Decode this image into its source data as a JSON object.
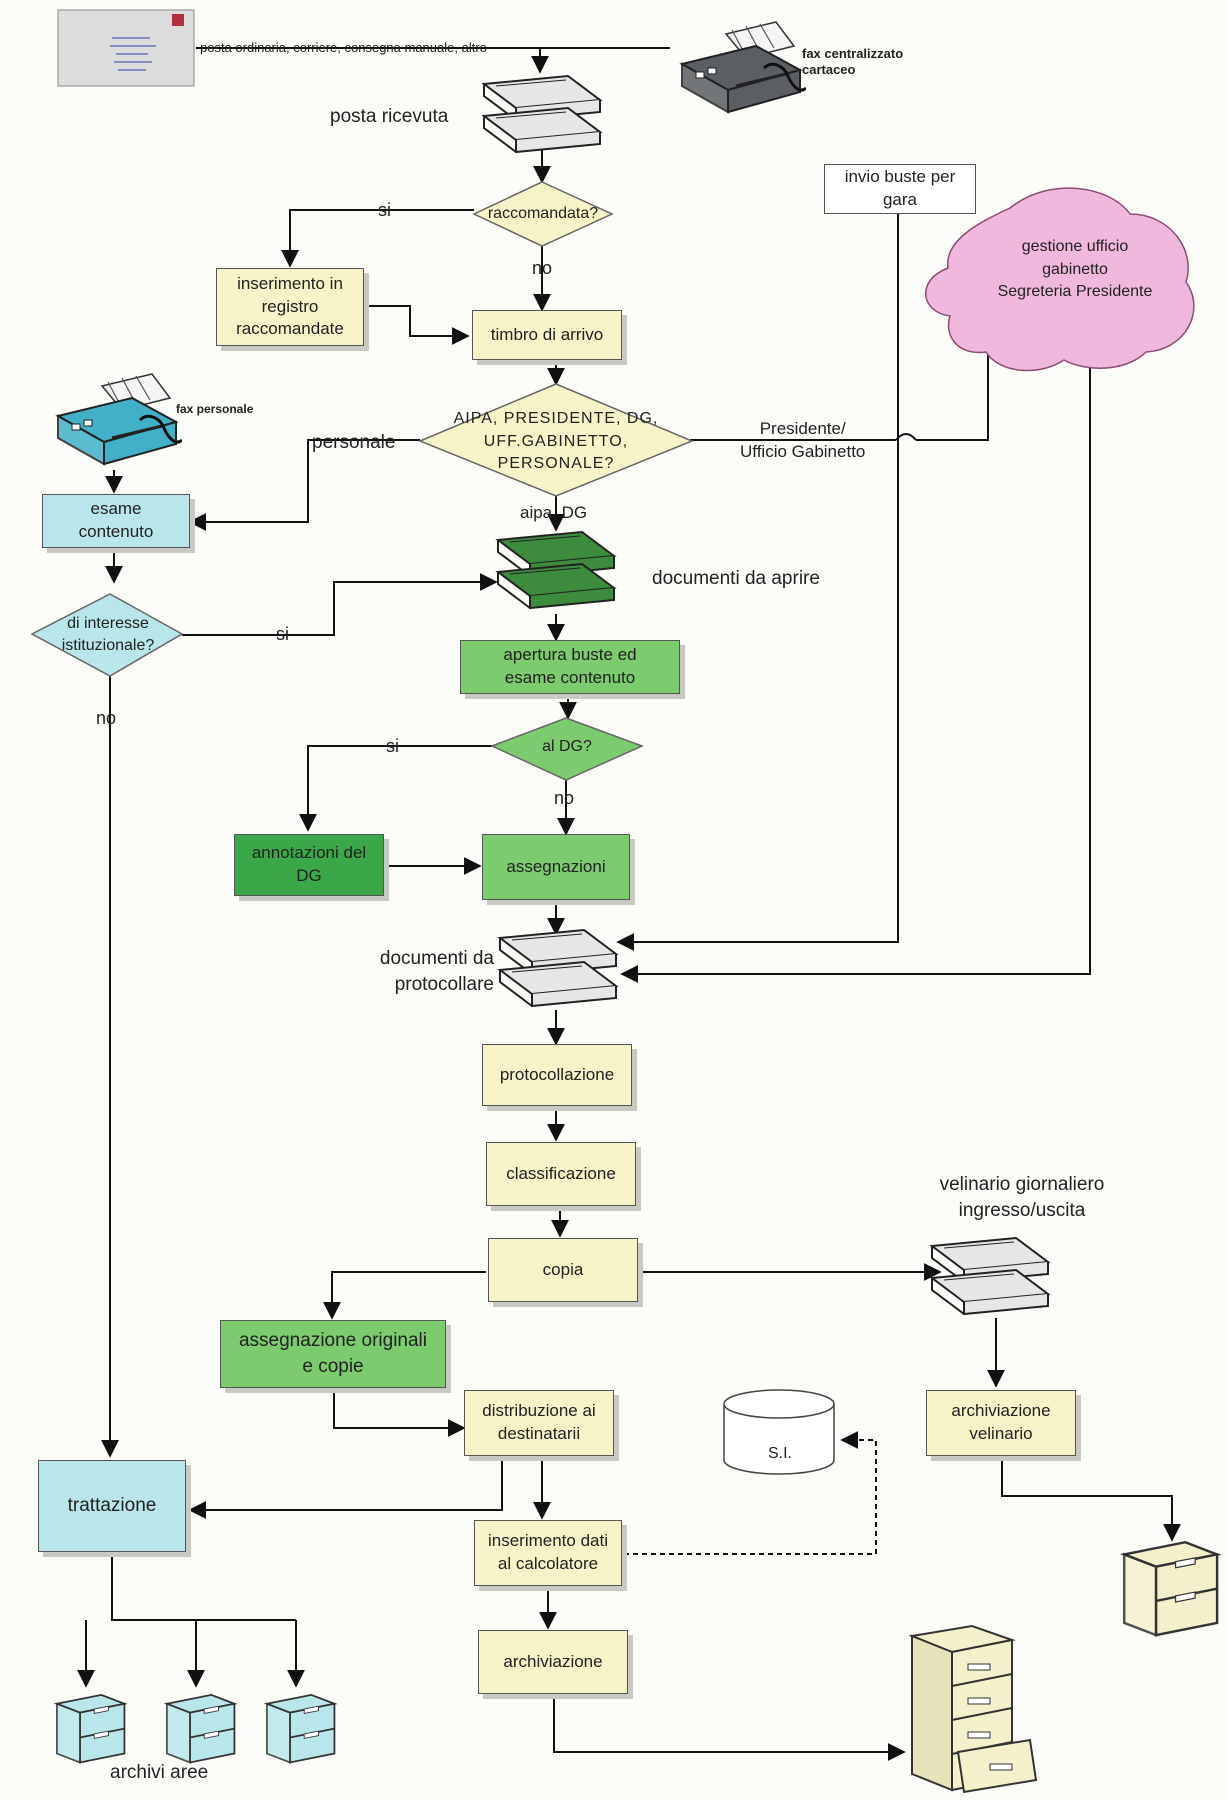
{
  "inputs": {
    "post_channels": "posta ordinaria, corriere, consegna manuale, altro",
    "fax_centralized": "fax centralizzato\ncartaceo",
    "fax_personal": "fax personale"
  },
  "trays": {
    "posta_ricevuta": "posta ricevuta",
    "documenti_da_aprire": "documenti da aprire",
    "documenti_da_protocollare": "documenti da\nprotocollare",
    "velinario": "velinario giornaliero\ningresso/uscita"
  },
  "decisions": {
    "raccomandata": "raccomandata?",
    "destinatario": "AIPA, PRESIDENTE, DG,\nUFF.GABINETTO,\nPERSONALE?",
    "interesse": "di interesse\nistituzionale?",
    "al_dg": "al DG?"
  },
  "processes": {
    "inserimento_registro": "inserimento in\nregistro\nraccomandate",
    "timbro": "timbro di arrivo",
    "invio_buste": "invio buste per\ngara",
    "gestione_ufficio": "gestione ufficio\ngabinetto\nSegreteria Presidente",
    "esame_contenuto": "esame\ncontenuto",
    "apertura_buste": "apertura buste ed\nesame contenuto",
    "annotazioni_dg": "annotazioni del\nDG",
    "assegnazioni": "assegnazioni",
    "protocollazione": "protocollazione",
    "classificazione": "classificazione",
    "copia": "copia",
    "assegnazione_originali": "assegnazione originali\ne copie",
    "distribuzione": "distribuzione ai\ndestinatarii",
    "trattazione": "trattazione",
    "inserimento_dati": "inserimento dati\nal calcolatore",
    "archiviazione": "archiviazione",
    "archiviazione_velinario": "archiviazione\nvelinario",
    "si_db": "S.I."
  },
  "edge_labels": {
    "si_1": "si",
    "no_1": "no",
    "personale": "personale",
    "presidente": "Presidente/\nUfficio Gabinetto",
    "aipa_dg": "aipa, DG",
    "si_2": "si",
    "no_2": "no",
    "si_3": "si",
    "no_3": "no"
  },
  "archives": {
    "archivi_aree": "archivi aree"
  },
  "colors": {
    "yellow_box": "#f7f3c8",
    "cyan_box": "#b9e6ea",
    "green_box": "#7dcb6f",
    "dark_green_box": "#3aa849",
    "cloud": "#f0b8dc",
    "tray_gray": "#e6e6e6",
    "tray_green": "#3d8b3d"
  }
}
